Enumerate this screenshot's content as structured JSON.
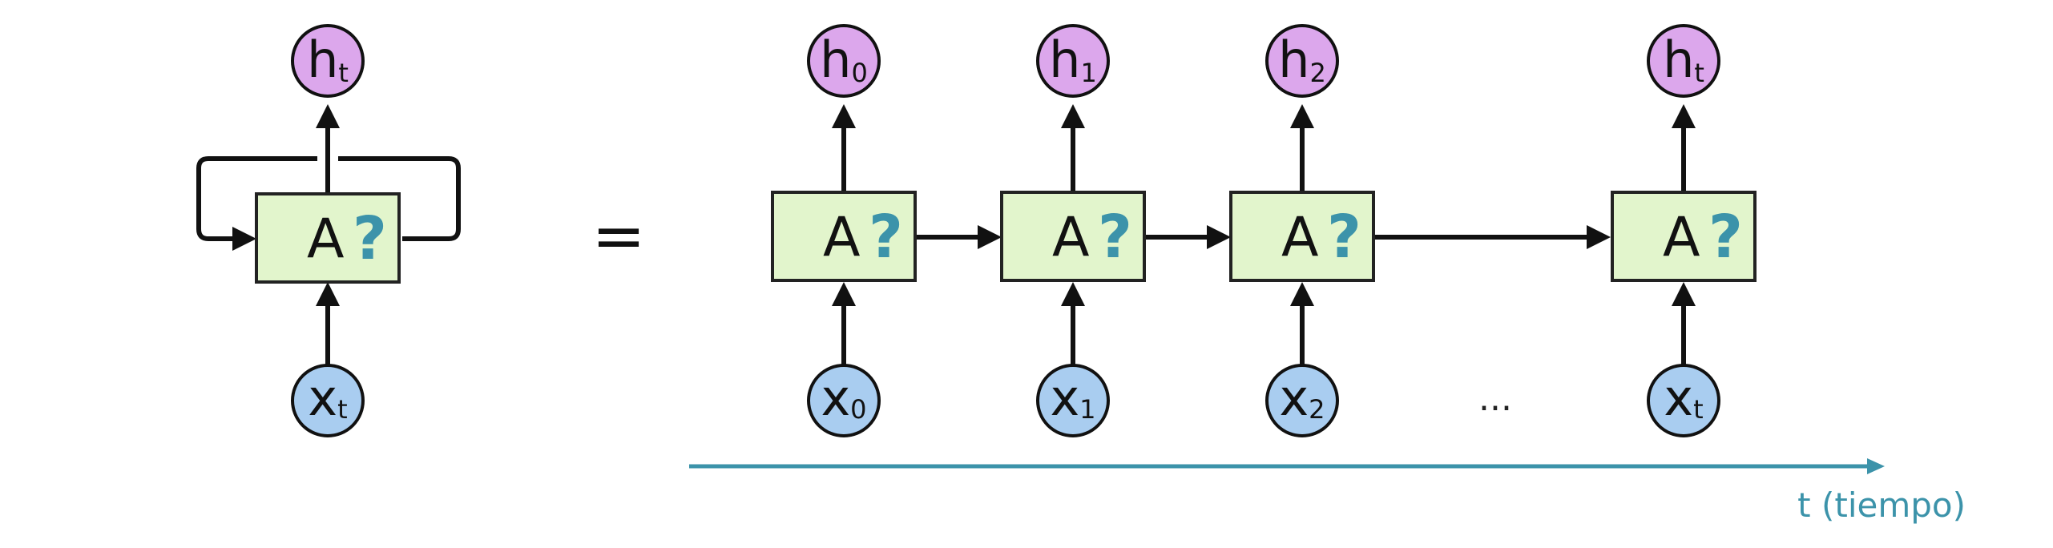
{
  "diagram": {
    "cell_letter": "A",
    "cell_unknown": "?",
    "equals": "=",
    "ellipsis": "...",
    "time_label": "t (tiempo)",
    "colors": {
      "cell_fill": "#e2f5cc",
      "h_node": "#dca7ec",
      "x_node": "#a9cdf0",
      "accent": "#3c93aa"
    },
    "rolled": {
      "h": {
        "main": "h",
        "sub": "t"
      },
      "x": {
        "main": "x",
        "sub": "t"
      }
    },
    "unrolled": [
      {
        "h": {
          "main": "h",
          "sub": "0"
        },
        "x": {
          "main": "x",
          "sub": "0"
        }
      },
      {
        "h": {
          "main": "h",
          "sub": "1"
        },
        "x": {
          "main": "x",
          "sub": "1"
        }
      },
      {
        "h": {
          "main": "h",
          "sub": "2"
        },
        "x": {
          "main": "x",
          "sub": "2"
        }
      },
      {
        "h": {
          "main": "h",
          "sub": "t"
        },
        "x": {
          "main": "x",
          "sub": "t"
        }
      }
    ]
  }
}
